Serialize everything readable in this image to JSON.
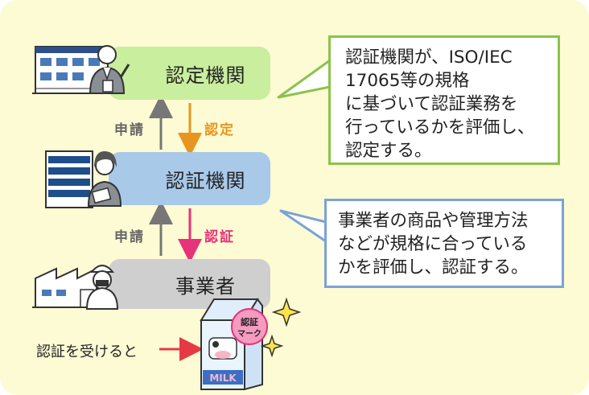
{
  "nodes": {
    "accreditation": "認定機関",
    "certification": "認証機関",
    "business": "事業者"
  },
  "arrows": {
    "apply_upper": "申請",
    "accredit": "認定",
    "apply_lower": "申請",
    "certify": "認証"
  },
  "callouts": {
    "accreditation_desc": [
      "認証機関が、ISO/IEC",
      "17065等の規格",
      "に基づいて認証業務を",
      "行っているかを評価し、",
      "認定する。"
    ],
    "certification_desc": [
      "事業者の商品や管理方法",
      "などが規格に合っている",
      "かを評価し、認証する。"
    ]
  },
  "bottom": {
    "label": "認証を受けると"
  },
  "package": {
    "mark_line1": "認証",
    "mark_line2": "マーク",
    "milk": "MILK"
  },
  "colors": {
    "background": "#fdfbd4",
    "accreditation_box": "#c8ee9e",
    "certification_box": "#a9c9e9",
    "business_box": "#cfcfcf",
    "accredit_arrow": "#e8951f",
    "certify_arrow": "#e6337a",
    "bottom_arrow": "#e63946",
    "green_border": "#8bc34a",
    "blue_border": "#7aa3d6"
  }
}
